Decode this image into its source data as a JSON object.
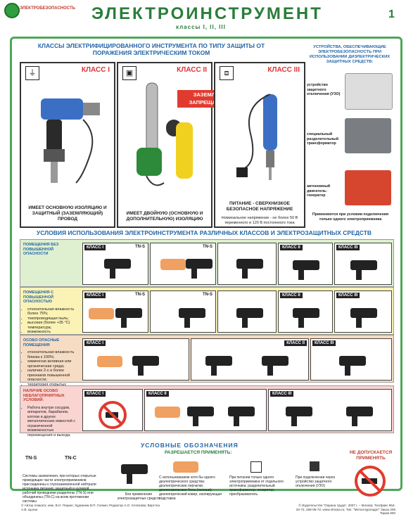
{
  "header": {
    "brand": "ЭЛЕКТРОБЕЗОПАСНОСТЬ",
    "title": "ЭЛЕКТРОИНСТРУМЕНТ",
    "subtitle": "классы I, II, III",
    "page_number": "1"
  },
  "section1": {
    "title": "КЛАССЫ ЭЛЕКТРИФИЦИРОВАННОГО ИНСТРУМЕНТА ПО ТИПУ ЗАЩИТЫ ОТ ПОРАЖЕНИЯ ЭЛЕКТРИЧЕСКИМ ТОКОМ",
    "classes": [
      {
        "label": "КЛАСС I",
        "desc": "ИМЕЕТ ОСНОВНУЮ ИЗОЛЯЦИЮ И ЗАЩИТНЫЙ (ЗАЗЕМЛЯЮЩИЙ) ПРОВОД"
      },
      {
        "label": "КЛАСС II",
        "desc": "ИМЕЕТ ДВОЙНУЮ (ОСНОВНУЮ И ДОПОЛНИТЕЛЬНУЮ) ИЗОЛЯЦИЮ"
      },
      {
        "label": "КЛАСС III",
        "desc": "ПИТАНИЕ - СВЕРХНИЗКОЕ БЕЗОПАСНОЕ НАПРЯЖЕНИЕ",
        "desc2": "Номинальное напряжение - не более 50 В переменного и 120 В постоянного тока"
      }
    ],
    "warning": "ЗАЗЕМЛЯТЬ ЗАПРЕЩАЕТСЯ"
  },
  "side": {
    "title": "УСТРОЙСТВА, ОБЕСПЕЧИВАЮЩИЕ ЭЛЕКТРОБЕЗОПАСНОСТЬ ПРИ ИСПОЛЬЗОВАНИИ ДИЭЛЕКТРИЧЕСКИХ ЗАЩИТНЫХ СРЕДСТВ:",
    "devices": [
      {
        "label": "устройство защитного отключения (УЗО)"
      },
      {
        "label": "специальный разделительный трансформатор"
      },
      {
        "label": "автономный двигатель-генератор"
      }
    ],
    "note": "Применяются при условии подключения только одного электроприемника"
  },
  "section2": {
    "title": "УСЛОВИЯ ИСПОЛЬЗОВАНИЯ ЭЛЕКТРОИНСТРУМЕНТА РАЗЛИЧНЫХ КЛАССОВ И ЭЛЕКТРОЗАЩИТНЫХ СРЕДСТВ",
    "rows": [
      {
        "label": "ПОМЕЩЕНИЯ БЕЗ ПОВЫШЕННОЙ ОПАСНОСТИ",
        "bullets": [],
        "tags": [
          "КЛАСС I",
          "КЛАСС II",
          "КЛАСС III"
        ],
        "tn1": "TN-S",
        "tn2": "TN-S"
      },
      {
        "label": "ПОМЕЩЕНИЯ С ПОВЫШЕННОЙ ОПАСНОСТЬЮ",
        "bullets": [
          "относительная влажность более 75%;",
          "токопроводящая пыль;",
          "высокая (более +35 °C) температура;",
          "возможность одновременного прикосновения к металлоконструкциям и к корпусам электрооборудования"
        ],
        "tags": [
          "КЛАСС I",
          "КЛАСС II",
          "КЛАСС III"
        ],
        "tn1": "TN-S",
        "tn2": "TN-S"
      },
      {
        "label": "ОСОБО ОПАСНЫЕ ПОМЕЩЕНИЯ",
        "bullets": [
          "относительная влажность близка к 100%;",
          "химически активная или органическая среда;",
          "наличие 2-х и более признаков повышенной опасности;",
          "территория открытых электроустановок"
        ],
        "tags": [
          "КЛАСС I",
          "КЛАСС II",
          "КЛАСС III"
        ],
        "tn1": "",
        "tn2": ""
      },
      {
        "label": "НАЛИЧИЕ ОСОБО НЕБЛАГОПРИЯТНЫХ УСЛОВИЙ:",
        "bullets": [
          "Работа внутри сосудов, аппаратов, барабанов, котлов и других металлических емкостей с ограниченной возможностью перемещения и выхода"
        ],
        "tags": [
          "КЛАСС I",
          "КЛАСС II",
          "КЛАСС III"
        ],
        "tn1": "",
        "tn2": ""
      }
    ]
  },
  "legend": {
    "title": "УСЛОВНЫЕ ОБОЗНАЧЕНИЯ",
    "allowed": "РАЗРЕШАЕТСЯ ПРИМЕНЯТЬ:",
    "forbidden": "НЕ ДОПУСКАЕТСЯ ПРИМЕНЯТЬ",
    "tns": "TN-S",
    "tnc": "TN-C",
    "text_left": "Системы заземления, при которых открытые проводящие части электроприемников присоединены к глухозаземленной нейтрали источника питания: защитный и нулевой рабочий проводники разделены (TN-S) или объединены (TN-C) на всем протяжении системы",
    "text_noprot": "Без применения электрозащитных средств",
    "text_dielectric": "С использованием хотя бы одного диэлектрического средства: диэлектрические перчатки; диэлектрические боты (галоши); диэлектрический ковер; изолирующая подставка",
    "text_trans": "При питании только одного электроприемника от отдельного источника: разделительный трансформатор; генератор; преобразователь",
    "text_uzo": "При подключении через устройство защитного отключения (УЗО)"
  },
  "footer": {
    "left": "© Автор плаката: инж. В.Н. Пашин; Художник В.П. Галкин; Редактор А.О. Хлопкова; Верстка А.В. Цыган",
    "right": "© Издательство \"Охрана труда\", 2007 г. – Москва; Тел/факс 954-34-72, 258-06-72; www.ohrana.ru; Тип. \"Металлургиздат\" Заказ 206 Тираж 600"
  },
  "colors": {
    "green": "#2a7d3a",
    "blue": "#2366a8",
    "red": "#e13b2f",
    "row1": "#dff0d0",
    "row2": "#fbf3b6",
    "row3": "#f6dcc3",
    "row4": "#f9d4d1"
  }
}
